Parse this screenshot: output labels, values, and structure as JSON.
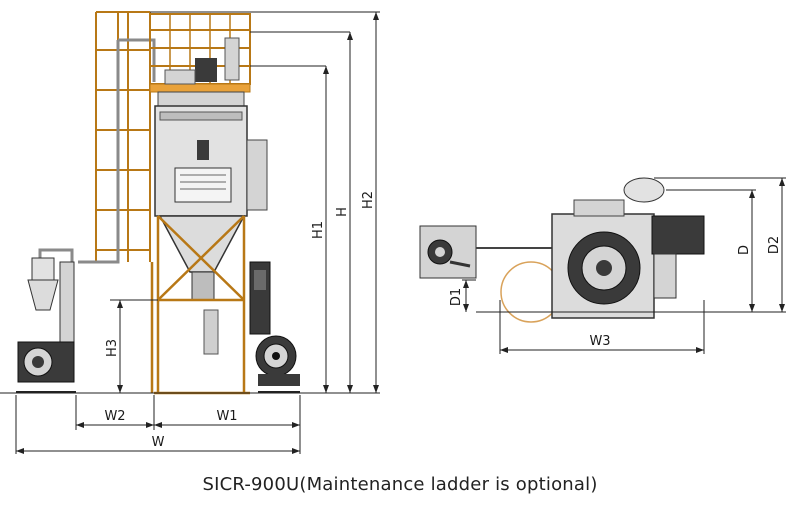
{
  "drawing": {
    "side_view_labels": {
      "h1": "H1",
      "h": "H",
      "h2": "H2",
      "h3": "H3",
      "w1": "W1",
      "w2": "W2",
      "w": "W"
    },
    "top_view_labels": {
      "d": "D",
      "d2": "D2",
      "d1": "D1",
      "w3": "W3"
    },
    "caption": "SICR-900U(Maintenance ladder is optional)",
    "colors": {
      "frame": "#e9a23a",
      "frame_dark": "#b87816",
      "steel": "#d4d4d4",
      "dark": "#3a3a3a",
      "line": "#222222",
      "ring": "#d9a25a"
    }
  }
}
